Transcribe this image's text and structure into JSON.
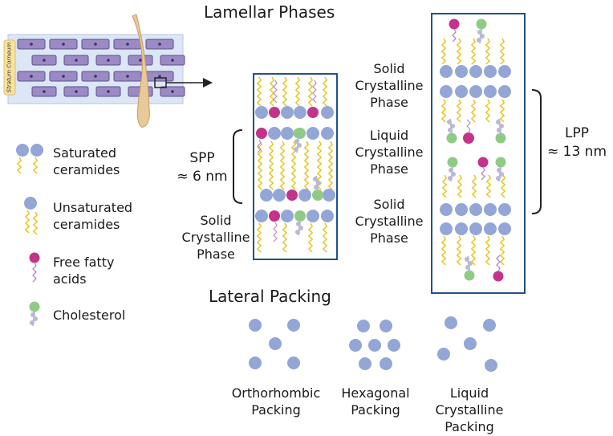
{
  "headings": {
    "lamellar": "Lamellar Phases",
    "lateral": "Lateral Packing"
  },
  "skin": {
    "layer_label": "Stratum Corneum"
  },
  "legend": [
    {
      "lines": [
        "Saturated",
        "ceramides"
      ],
      "icon": "saturated-ceramide-icon"
    },
    {
      "lines": [
        "Unsaturated",
        "ceramides"
      ],
      "icon": "unsaturated-ceramide-icon"
    },
    {
      "lines": [
        "Free fatty",
        "acids"
      ],
      "icon": "free-fatty-acid-icon"
    },
    {
      "lines": [
        "Cholesterol"
      ],
      "icon": "cholesterol-icon"
    }
  ],
  "spp": {
    "name": "SPP",
    "size": "≈ 6 nm",
    "phase": [
      "Solid",
      "Crystalline",
      "Phase"
    ]
  },
  "lpp": {
    "name": "LPP",
    "size": "≈ 13 nm",
    "phases": [
      [
        "Solid",
        "Crystalline",
        "Phase"
      ],
      [
        "Liquid",
        "Crystalline",
        "Phase"
      ],
      [
        "Solid",
        "Crystalline",
        "Phase"
      ]
    ]
  },
  "packing": [
    {
      "lines": [
        "Orthorhombic",
        "Packing"
      ]
    },
    {
      "lines": [
        "Hexagonal",
        "Packing"
      ]
    },
    {
      "lines": [
        "Liquid",
        "Crystalline",
        "Packing"
      ]
    }
  ],
  "colors": {
    "headgroup": "#94a6d6",
    "tail": "#e8c31b",
    "fatty_acid": "#c4338a",
    "fatty_tail": "#b48ac4",
    "cholesterol": "#8fcb86",
    "cholesterol_ring": "#b9b9d6",
    "frame": "#22508a",
    "cell": "#9b8ac4",
    "cell_border": "#5e4f92",
    "skin_bg": "#dce6f5",
    "hair": "#e9c89a"
  }
}
